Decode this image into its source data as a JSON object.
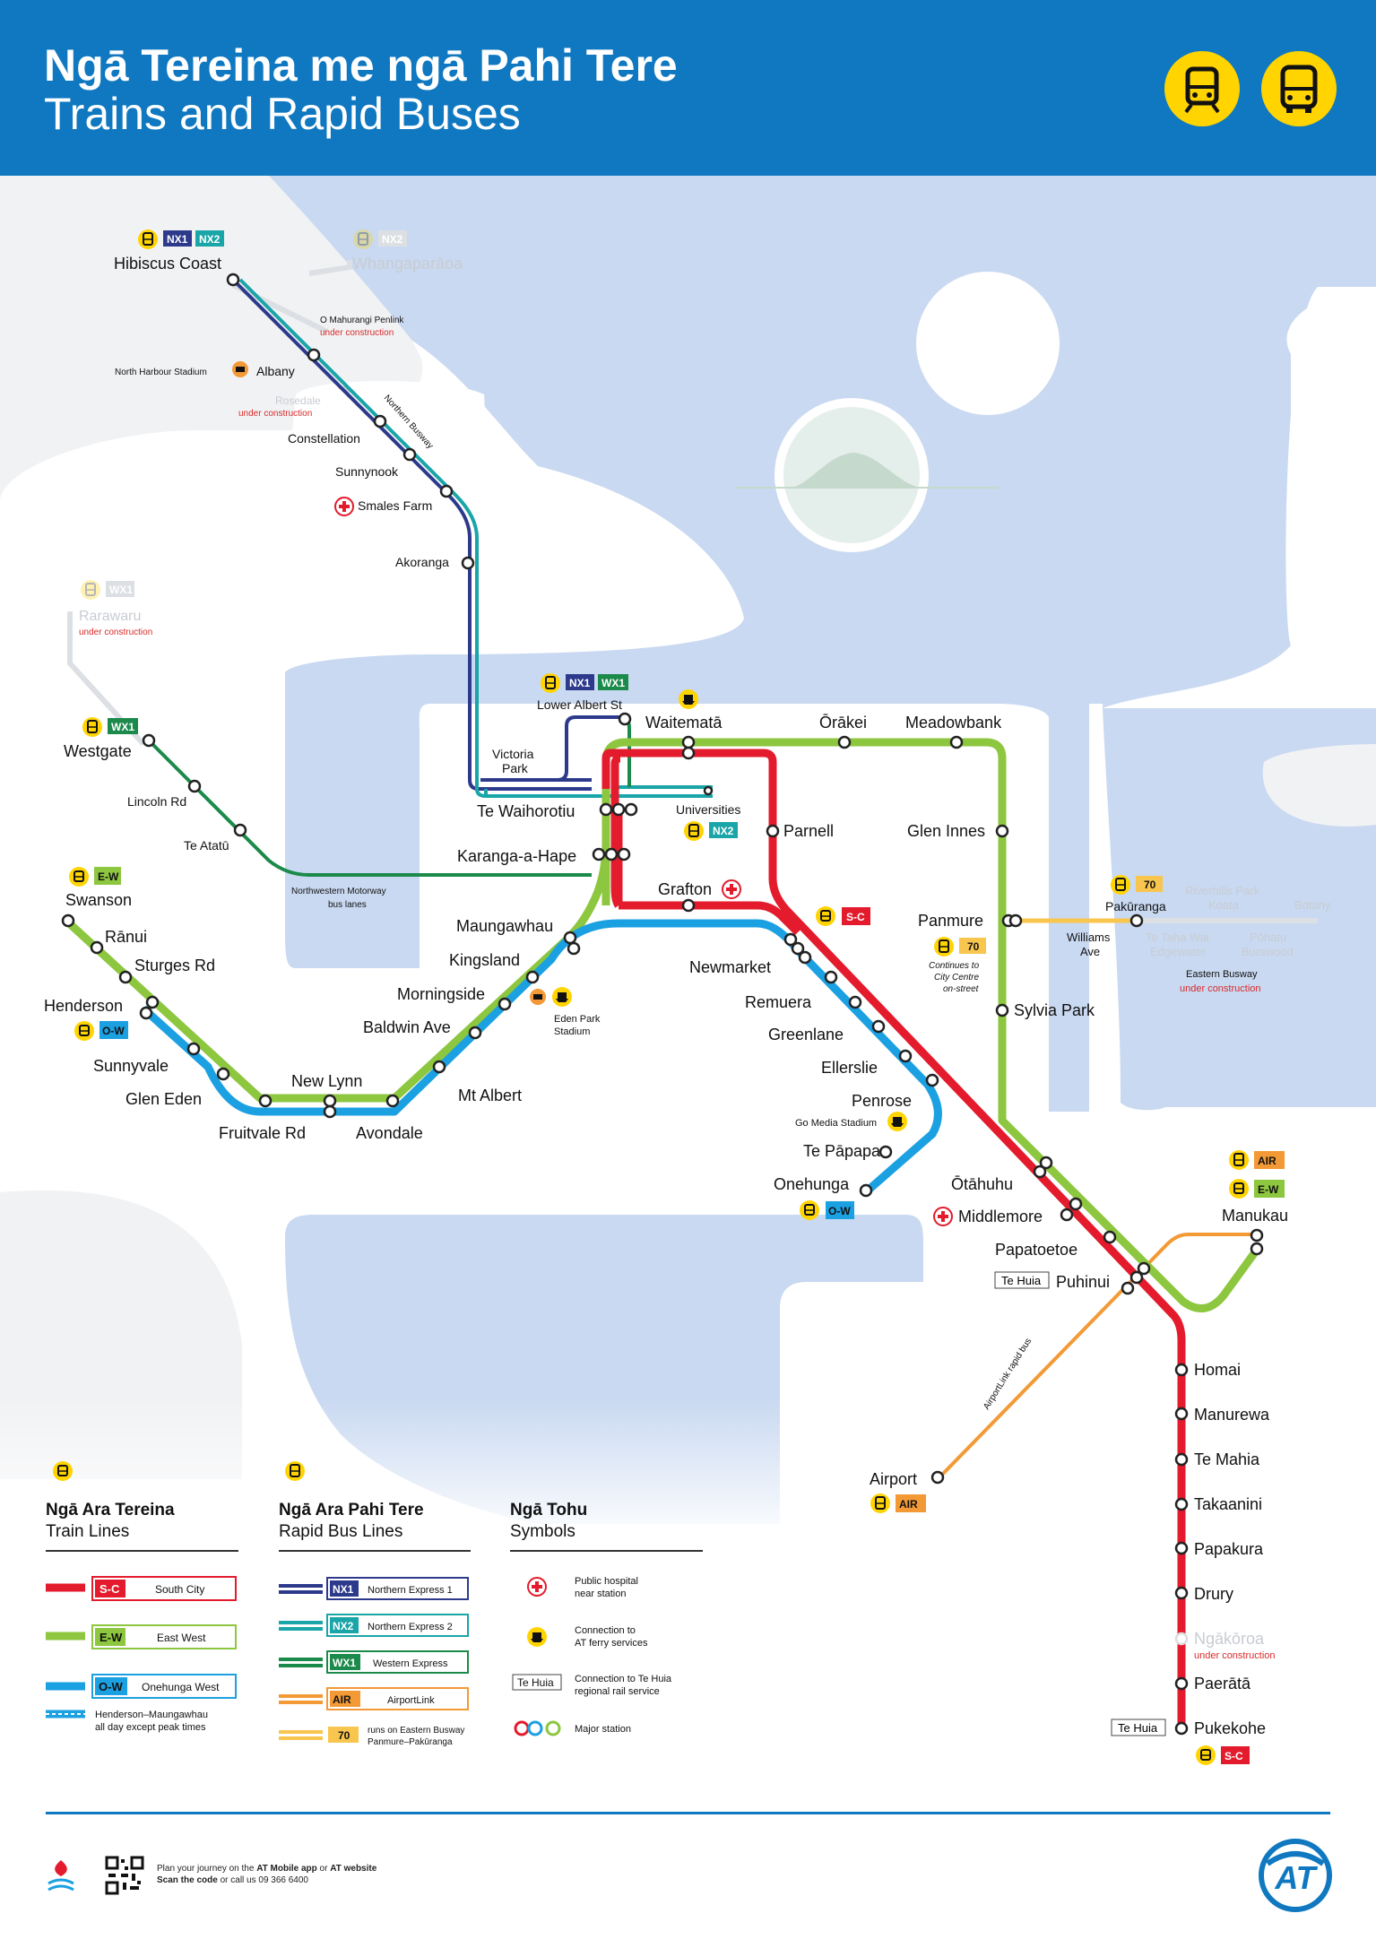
{
  "header": {
    "title_mi": "Ngā Tereina me ngā Pahi Tere",
    "title_en": "Trains and Rapid Buses",
    "icons": [
      "train-icon",
      "bus-icon"
    ]
  },
  "colors": {
    "header_blue": "#0f78c0",
    "south_city": "#e31b2c",
    "east_west": "#8dc63f",
    "onehunga_west": "#1ba0e2",
    "nx1": "#2d3a8c",
    "nx2": "#1aa5a8",
    "wx1": "#1b8a4a",
    "airport_link": "#f39a36",
    "route70": "#f8c64e",
    "water": "#c9d9f1",
    "icon_yellow": "#ffd400"
  },
  "stations": {
    "hibiscus_coast": "Hibiscus Coast",
    "whangaparaoa": "Whangaparāoa",
    "o_mahurangi": "O Mahurangi Penlink",
    "under_construction": "under construction",
    "north_harbour_stadium": "North Harbour Stadium",
    "albany": "Albany",
    "rosedale": "Rosedale",
    "northern_busway": "Northern Busway",
    "constellation": "Constellation",
    "sunnynook": "Sunnynook",
    "smales_farm": "Smales Farm",
    "akoranga": "Akoranga",
    "rarawaru": "Rarawaru",
    "westgate": "Westgate",
    "lincoln_rd": "Lincoln Rd",
    "te_atatu": "Te Atatū",
    "nw_motorway": "Northwestern Motorway",
    "bus_lanes": "bus lanes",
    "lower_albert": "Lower Albert St",
    "victoria": "Victoria",
    "park": "Park",
    "te_waihorotiu": "Te Waihorotiu",
    "universities": "Universities",
    "karanga": "Karanga-a-Hape",
    "waitemata": "Waitematā",
    "orakei": "Ōrākei",
    "meadowbank": "Meadowbank",
    "parnell": "Parnell",
    "glen_innes": "Glen Innes",
    "grafton": "Grafton",
    "panmure": "Panmure",
    "continues1": "Continues to",
    "continues2": "City Centre",
    "continues3": "on-street",
    "williams": "Williams",
    "ave": "Ave",
    "pakuranga": "Pakūranga",
    "riverhills": "Riverhills Park",
    "koata": "Koata",
    "botany": "Botany",
    "te_taha": "Te Taha Wai",
    "edgewater": "Edgewater",
    "pohatu": "Pōhatu",
    "burswood": "Burswood",
    "eastern_busway": "Eastern Busway",
    "sylvia_park": "Sylvia Park",
    "swanson": "Swanson",
    "ranui": "Rānui",
    "sturges": "Sturges Rd",
    "henderson": "Henderson",
    "sunnyvale": "Sunnyvale",
    "glen_eden": "Glen Eden",
    "fruitvale": "Fruitvale Rd",
    "new_lynn": "New Lynn",
    "avondale": "Avondale",
    "mt_albert": "Mt Albert",
    "baldwin": "Baldwin Ave",
    "morningside": "Morningside",
    "kingsland": "Kingsland",
    "maungawhau": "Maungawhau",
    "eden_park": "Eden Park",
    "stadium": "Stadium",
    "newmarket": "Newmarket",
    "remuera": "Remuera",
    "greenlane": "Greenlane",
    "ellerslie": "Ellerslie",
    "penrose": "Penrose",
    "go_media": "Go Media Stadium",
    "te_papapa": "Te Pāpapa",
    "onehunga": "Onehunga",
    "otahuhu": "Ōtāhuhu",
    "middlemore": "Middlemore",
    "papatoetoe": "Papatoetoe",
    "puhinui": "Puhinui",
    "te_huia": "Te Huia",
    "manukau": "Manukau",
    "airportlink_bus": "AirportLink rapid bus",
    "airport": "Airport",
    "homai": "Homai",
    "manurewa": "Manurewa",
    "te_mahia": "Te Mahia",
    "takaanini": "Takaanini",
    "papakura": "Papakura",
    "drury": "Drury",
    "ngakoroa": "Ngākōroa",
    "paerata": "Paerātā",
    "pukekohe": "Pukekohe"
  },
  "badges": {
    "nx1": "NX1",
    "nx2": "NX2",
    "wx1": "WX1",
    "ew": "E-W",
    "ow": "O-W",
    "sc": "S-C",
    "air": "AIR",
    "r70": "70"
  },
  "legend": {
    "train": {
      "title_mi": "Ngā Ara Tereina",
      "title_en": "Train Lines",
      "items": [
        {
          "code": "S-C",
          "name": "South City"
        },
        {
          "code": "E-W",
          "name": "East West"
        },
        {
          "code": "O-W",
          "name": "Onehunga West"
        }
      ],
      "note1": "Henderson–Maungawhau",
      "note2": "all day except peak times"
    },
    "bus": {
      "title_mi": "Ngā Ara Pahi Tere",
      "title_en": "Rapid Bus Lines",
      "items": [
        {
          "code": "NX1",
          "name": "Northern Express 1"
        },
        {
          "code": "NX2",
          "name": "Northern Express 2"
        },
        {
          "code": "WX1",
          "name": "Western Express"
        },
        {
          "code": "AIR",
          "name": "AirportLink"
        },
        {
          "code": "70",
          "name1": "runs on Eastern Busway",
          "name2": "Panmure–Pakūranga"
        }
      ]
    },
    "symbols": {
      "title_mi": "Ngā Tohu",
      "title_en": "Symbols",
      "hospital1": "Public hospital",
      "hospital2": "near station",
      "ferry1": "Connection to",
      "ferry2": "AT ferry services",
      "tehuia_tag": "Te Huia",
      "tehuia1": "Connection to Te Huia",
      "tehuia2": "regional rail service",
      "major": "Major station"
    }
  },
  "footer": {
    "plan_prefix": "Plan your journey on the ",
    "plan_app": "AT Mobile app",
    "plan_or": " or ",
    "plan_web": "AT website",
    "scan_bold": "Scan the code",
    "scan_rest": " or call us 09 366 6400",
    "logo": "AT"
  }
}
